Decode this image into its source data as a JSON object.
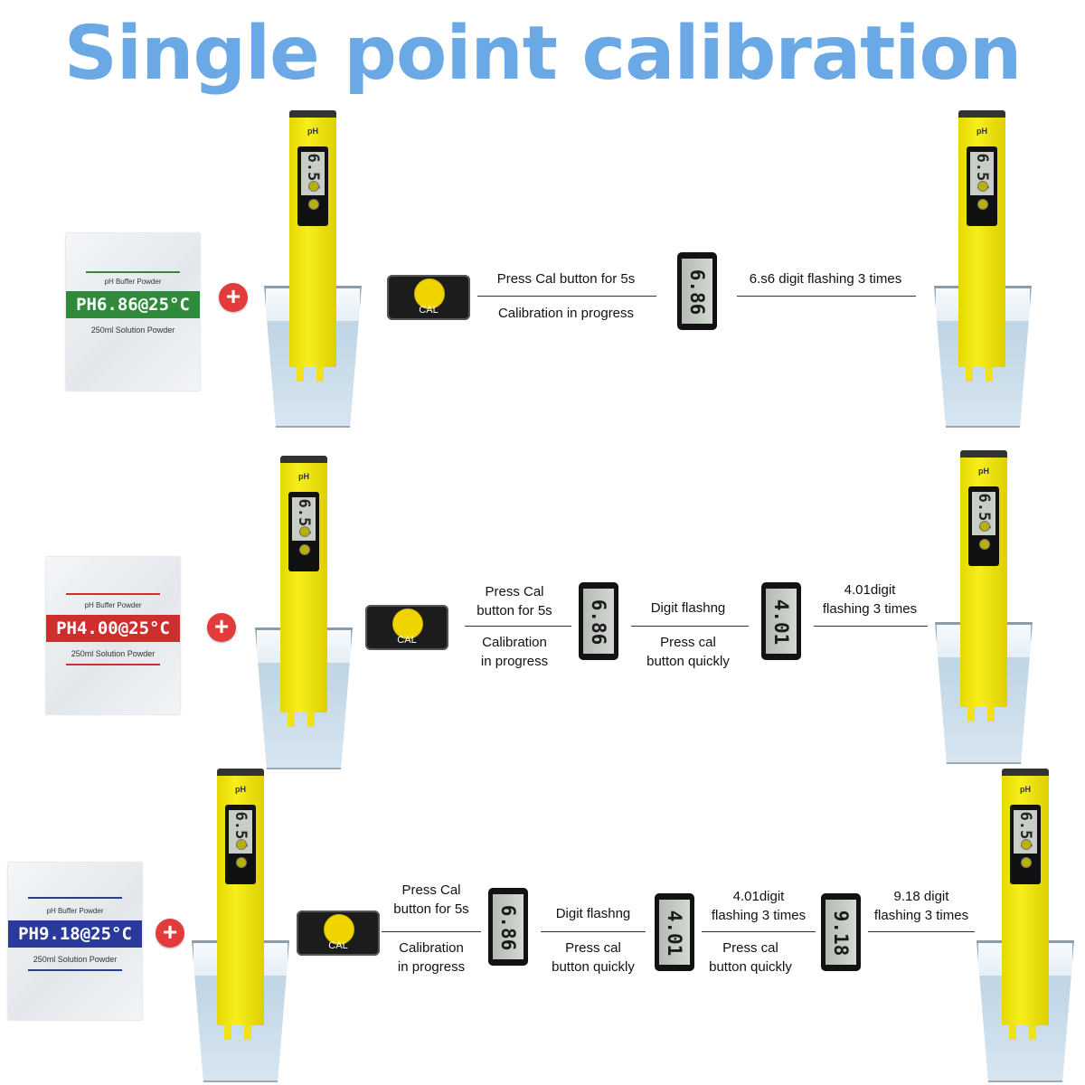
{
  "title": "Single point calibration",
  "meter": {
    "label": "pH",
    "reading": "6.54"
  },
  "packet_top": "pH Buffer Powder",
  "packet_bottom": "250ml Solution Powder",
  "cal_label": "CAL",
  "plus": "+",
  "colors": {
    "title": "#6aa8e6",
    "ph686": "#2f8a3b",
    "ph400": "#cf2e2e",
    "ph918": "#2a3a9a",
    "meter": "#f7ee1c"
  },
  "rows": [
    {
      "packet": "PH6.86@25°C",
      "steps": {
        "s1_top": "Press Cal button for 5s",
        "s1_bottom": "Calibration in progress",
        "d1": "6.86",
        "s2_top": "6.s6 digit flashing 3 times"
      }
    },
    {
      "packet": "PH4.00@25°C",
      "steps": {
        "s1_top_a": "Press Cal",
        "s1_top_b": "button for 5s",
        "s1_bottom_a": "Calibration",
        "s1_bottom_b": "in progress",
        "d1": "6.86",
        "s2_top": "Digit  flashng",
        "s2_bottom_a": "Press cal",
        "s2_bottom_b": "button quickly",
        "d2": "4.01",
        "s3_top_a": "4.01digit",
        "s3_top_b": "flashing 3 times"
      }
    },
    {
      "packet": "PH9.18@25°C",
      "steps": {
        "s1_top_a": "Press Cal",
        "s1_top_b": "button for 5s",
        "s1_bottom_a": "Calibration",
        "s1_bottom_b": "in progress",
        "d1": "6.86",
        "s2_top": "Digit  flashng",
        "s2_bottom_a": "Press cal",
        "s2_bottom_b": "button quickly",
        "d2": "4.01",
        "s3_top_a": "4.01digit",
        "s3_top_b": "flashing 3 times",
        "s3_bottom_a": "Press cal",
        "s3_bottom_b": "button quickly",
        "d3": "9.18",
        "s4_top_a": "9.18 digit",
        "s4_top_b": "flashing 3 times"
      }
    }
  ]
}
